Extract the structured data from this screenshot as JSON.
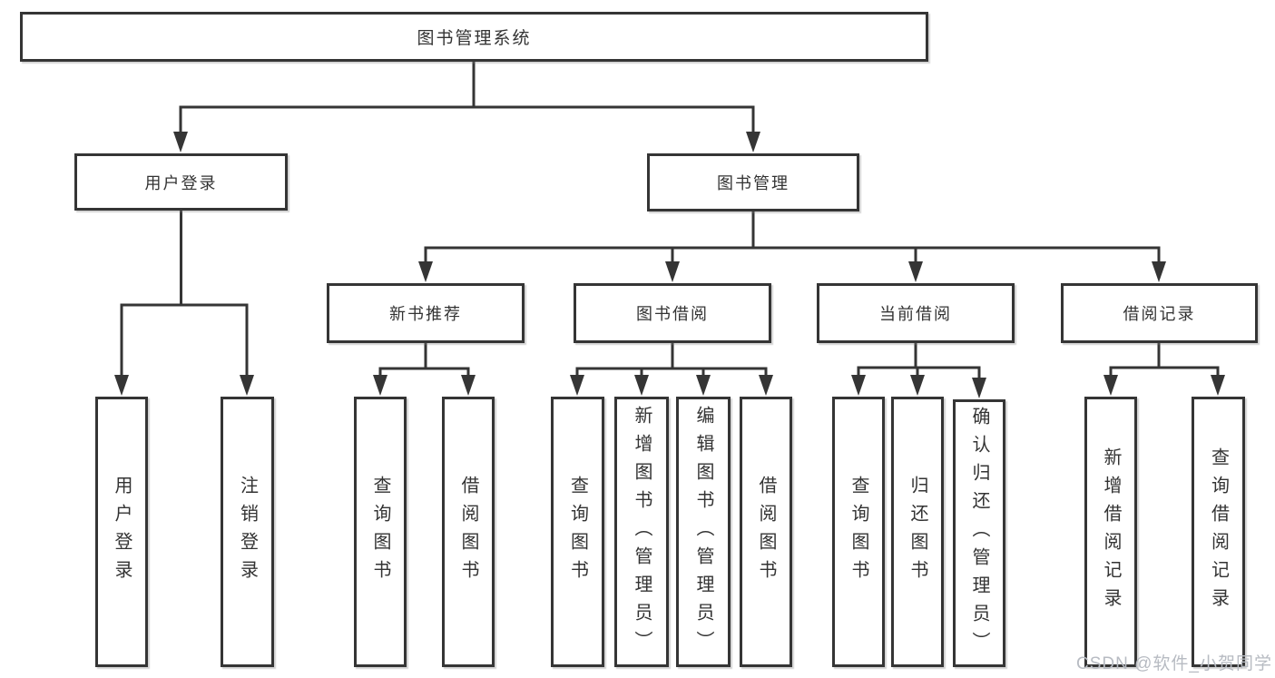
{
  "tree": {
    "label": "图书管理系统",
    "children": [
      {
        "label": "用户登录",
        "children": [
          {
            "label": "用户登录"
          },
          {
            "label": "注销登录"
          }
        ]
      },
      {
        "label": "图书管理",
        "children": [
          {
            "label": "新书推荐",
            "children": [
              {
                "label": "查询图书"
              },
              {
                "label": "借阅图书"
              }
            ]
          },
          {
            "label": "图书借阅",
            "children": [
              {
                "label": "查询图书"
              },
              {
                "label": "新增图书（管理员）"
              },
              {
                "label": "编辑图书（管理员）"
              },
              {
                "label": "借阅图书"
              }
            ]
          },
          {
            "label": "当前借阅",
            "children": [
              {
                "label": "查询图书"
              },
              {
                "label": "归还图书"
              },
              {
                "label": "确认归还（管理员）"
              }
            ]
          },
          {
            "label": "借阅记录",
            "children": [
              {
                "label": "新增借阅记录"
              },
              {
                "label": "查询借阅记录"
              }
            ]
          }
        ]
      }
    ]
  },
  "watermark": {
    "text": "CSDN @软件_小贺同学"
  },
  "colors": {
    "line": "#353535",
    "text": "#333333",
    "background": "#ffffff",
    "watermark": "#b7bbc2"
  }
}
